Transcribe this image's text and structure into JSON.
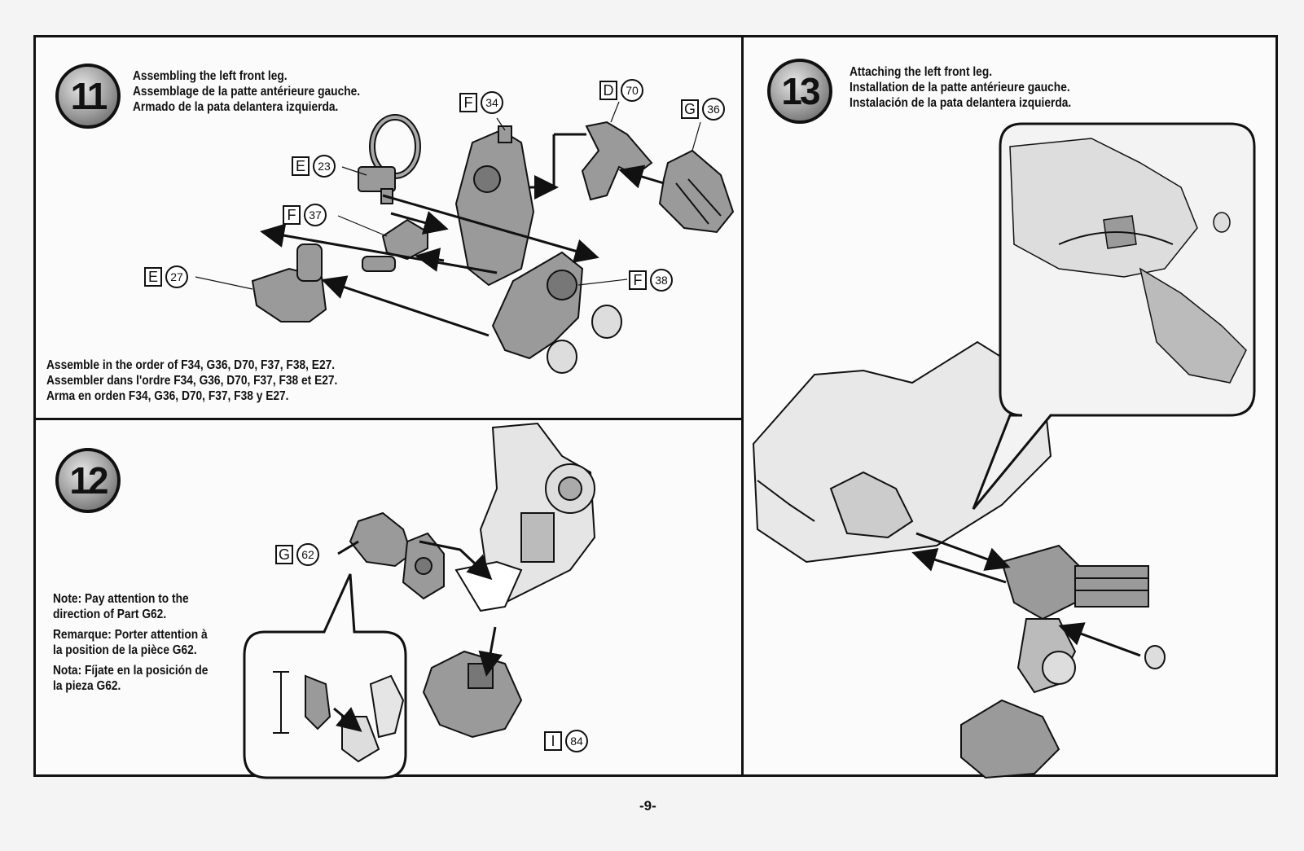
{
  "page_number": "-9-",
  "steps": [
    {
      "number": "11",
      "title_en": "Assembling the left front leg.",
      "title_fr": "Assemblage de la patte antérieure gauche.",
      "title_es": "Armado de la pata delantera izquierda.",
      "instruction_en": "Assemble in the order of F34, G36, D70, F37, F38, E27.",
      "instruction_fr": "Assembler dans l'ordre F34, G36, D70, F37, F38 et E27.",
      "instruction_es": "Arma en orden F34, G36, D70, F37, F38 y E27.",
      "parts": [
        {
          "letter": "F",
          "num": "34"
        },
        {
          "letter": "D",
          "num": "70"
        },
        {
          "letter": "G",
          "num": "36"
        },
        {
          "letter": "E",
          "num": "23"
        },
        {
          "letter": "F",
          "num": "37"
        },
        {
          "letter": "E",
          "num": "27"
        },
        {
          "letter": "F",
          "num": "38"
        }
      ]
    },
    {
      "number": "12",
      "note_en": "Note: Pay attention to the direction of Part G62.",
      "note_fr": "Remarque: Porter attention à la position de la pièce G62.",
      "note_es": "Nota: Fíjate en la posición de la pieza G62.",
      "parts": [
        {
          "letter": "G",
          "num": "62"
        },
        {
          "letter": "I",
          "num": "84"
        }
      ]
    },
    {
      "number": "13",
      "title_en": "Attaching the left front leg.",
      "title_fr": "Installation de la patte antérieure gauche.",
      "title_es": "Instalación de la pata delantera izquierda."
    }
  ]
}
